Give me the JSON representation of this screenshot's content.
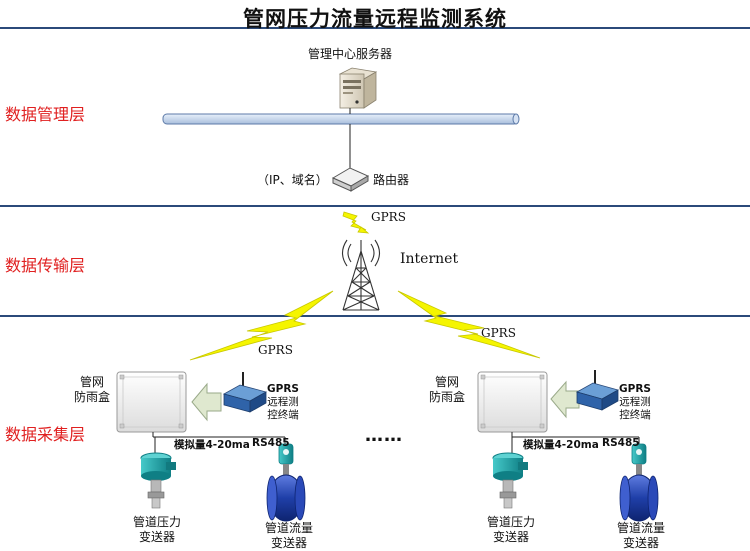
{
  "title": "管网压力流量远程监测系统",
  "layers": {
    "management": "数据管理层",
    "transmission": "数据传输层",
    "collection": "数据采集层"
  },
  "server": {
    "label": "管理中心服务器"
  },
  "router": {
    "label": "路由器",
    "note": "（IP、域名）"
  },
  "tower": {
    "label": "Internet"
  },
  "links": {
    "gprs_top": "GPRS",
    "gprs_left": "GPRS",
    "gprs_right": "GPRS"
  },
  "sites": [
    {
      "box_label_line1": "管网",
      "box_label_line2": "防雨盒",
      "terminal_line1": "GPRS",
      "terminal_line2": "远程测",
      "terminal_line3": "控终端",
      "bus_analog": "模拟量4-20ma",
      "bus_rs485": "RS485",
      "pressure_line1": "管道压力",
      "pressure_line2": "变送器",
      "flow_line1": "管道流量",
      "flow_line2": "变送器"
    },
    {
      "box_label_line1": "管网",
      "box_label_line2": "防雨盒",
      "terminal_line1": "GPRS",
      "terminal_line2": "远程测",
      "terminal_line3": "控终端",
      "bus_analog": "模拟量4-20ma",
      "bus_rs485": "RS485",
      "pressure_line1": "管道压力",
      "pressure_line2": "变送器",
      "flow_line1": "管道流量",
      "flow_line2": "变送器"
    }
  ],
  "ellipsis": "……",
  "colors": {
    "layer_line": "#2b4a7a",
    "layer_label": "#e02020",
    "bolt": "#f5f500",
    "bolt_stroke": "#c8c800",
    "transmitter": "#1aa7a7",
    "flow_body": "#1f3fa8",
    "ethernet_bar": "#c8d8ee"
  }
}
